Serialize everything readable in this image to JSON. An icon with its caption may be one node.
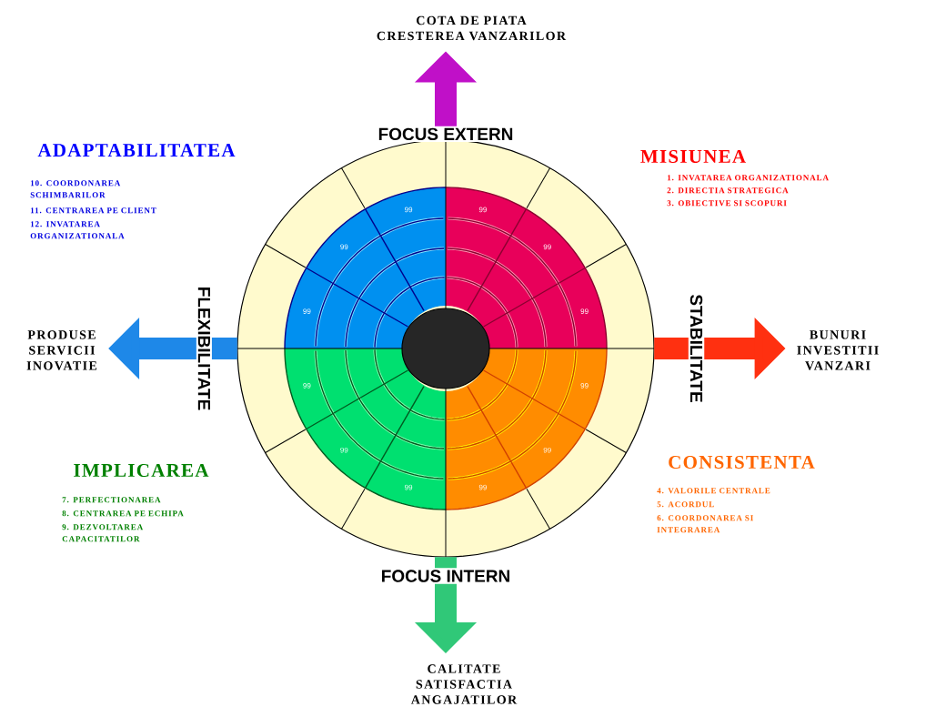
{
  "diagram": {
    "nodes": [
      {
        "text": [],
        "shape": "circle"
      },
      {
        "text": [
          "COTA DE PIATA",
          "CRESTEREA VANZARILOR"
        ]
      },
      {
        "text": [
          "BUNURI",
          "INVESTITII",
          "VANZARI"
        ]
      },
      {
        "text": [
          "CALITATE",
          "SATISFACTIA ANGAJATILOR"
        ]
      },
      {
        "text": [
          "PRODUSE",
          "SERVICII",
          "INOVATIE"
        ]
      }
    ],
    "edges": [
      {
        "from": 0,
        "to": 1,
        "arrow": "to",
        "label": "FOCUS EXTERN",
        "color": "#c010c8"
      },
      {
        "from": 0,
        "to": 2,
        "arrow": "to",
        "label": "STABILITATE",
        "color": "#ff3010"
      },
      {
        "from": 0,
        "to": 3,
        "arrow": "to",
        "label": "FOCUS INTERN",
        "color": "#30c878"
      },
      {
        "from": 0,
        "to": 4,
        "arrow": "to",
        "label": "FLEXIBILITATE",
        "color": "#1e88e8"
      }
    ],
    "labels": [
      "ADAPTABILITATEA",
      "10. COORDONAREA SCHIMBARILOR",
      "11. CENTRAREA PE CLIENT",
      "12. INVATAREA ORGANIZATIONALA",
      "MISIUNEA",
      "1. INVATAREA ORGANIZATIONALA",
      "2. DIRECTIA STRATEGICA",
      "3. OBIECTIVE SI SCOPURI",
      "IMPLICAREA",
      "7. PERFECTIONAREA",
      "8. CENTRAREA PE ECHIPA",
      "9. DEZVOLTAREA CAPACITATILOR",
      "CONSISTENTA",
      "4. VALORILE CENTRALE",
      "5. ACORDUL",
      "6. COORDONAREA SI INTEGRAREA",
      "99",
      "99",
      "99",
      "99",
      "99",
      "99",
      "99",
      "99",
      "99",
      "99",
      "99",
      "99"
    ]
  }
}
